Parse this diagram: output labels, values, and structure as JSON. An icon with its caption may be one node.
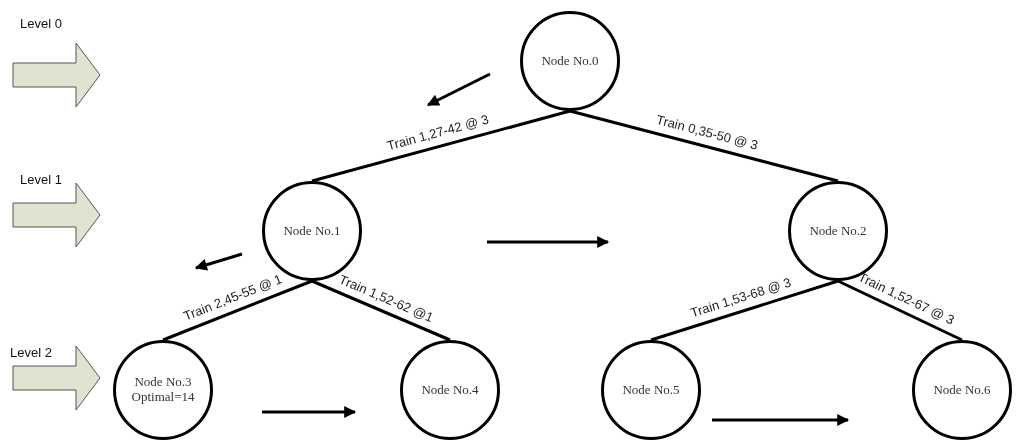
{
  "diagram": {
    "nodes": [
      {
        "text": [
          "Node No.0"
        ]
      },
      {
        "text": [
          "Node No.1"
        ]
      },
      {
        "text": [
          "Node No.2"
        ]
      },
      {
        "text": [
          "Node No.3",
          "Optimal=14"
        ]
      },
      {
        "text": [
          "Node No.4"
        ]
      },
      {
        "text": [
          "Node No.5"
        ]
      },
      {
        "text": [
          "Node No.6"
        ]
      }
    ],
    "edges": [
      {
        "from": 0,
        "to": 1,
        "arrow": "none",
        "label": "Train 1,27-42 @ 3"
      },
      {
        "from": 0,
        "to": 2,
        "arrow": "none",
        "label": "Train 0,35-50 @ 3"
      },
      {
        "from": 1,
        "to": 3,
        "arrow": "none",
        "label": "Train 2,45-55 @ 1"
      },
      {
        "from": 1,
        "to": 4,
        "arrow": "none",
        "label": "Train 1,52-62 @1"
      },
      {
        "from": 2,
        "to": 5,
        "arrow": "none",
        "label": "Train 1,53-68 @ 3"
      },
      {
        "from": 2,
        "to": 6,
        "arrow": "none",
        "label": "Train 1,52-67 @ 3"
      }
    ],
    "labels": [
      "Level 0",
      "Level 1",
      "Level 2"
    ]
  }
}
